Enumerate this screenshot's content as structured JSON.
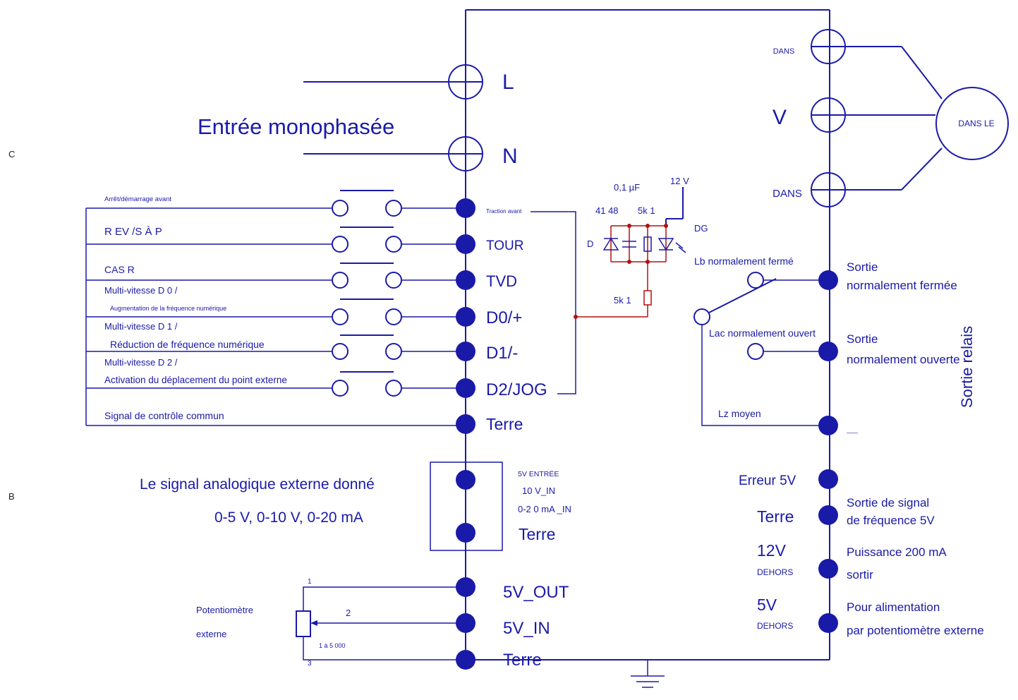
{
  "margin_letters": {
    "c": "C",
    "b": "B"
  },
  "power": {
    "input_label": "Entrée monophasée",
    "l": "L",
    "n": "N"
  },
  "motor": {
    "label": "DANS LE",
    "terminal_top": "DANS",
    "terminal_mid": "V",
    "terminal_bot": "DANS"
  },
  "switches": [
    "Arrêt/démarrage avant",
    "R EV /S À P",
    "CAS R",
    "Multi-vitesse D 0 /",
    "Augmentation de la fréquence numérique",
    "Multi-vitesse D 1 /",
    "Réduction de fréquence numérique",
    "Multi-vitesse D 2 /",
    "Activation du déplacement du point externe",
    "Signal de contrôle commun"
  ],
  "terminals": {
    "fwd": "Traction avant",
    "tour": "TOUR",
    "tvd": "TVD",
    "d0": "D0/+",
    "d1": "D1/-",
    "d2": "D2/JOG",
    "terre1": "Terre",
    "in_labels": [
      "5V ENTRÉE",
      "10 V_IN",
      "0-2 0 mA _IN"
    ],
    "terre2": "Terre",
    "out5v": "5V_OUT",
    "in5v": "5V_IN",
    "terre3": "Terre"
  },
  "optocoupler": {
    "cap": "0,1 µF",
    "v12": "12 V",
    "nums": "41 48",
    "r1": "5k 1",
    "dg": "DG",
    "d": "D",
    "r2": "5k 1"
  },
  "analog": {
    "line1": "Le signal analogique externe donné",
    "line2": "0-5 V, 0-10 V, 0-20 mA"
  },
  "pot": {
    "label1": "Potentiomètre",
    "label2": "externe",
    "pin1": "1",
    "pin2": "2",
    "pin3": "3",
    "range": "1 à 5 000"
  },
  "relay": {
    "nf_contact": "Lb normalement fermé",
    "no_contact": "Lac normalement ouvert",
    "common": "Lz moyen",
    "out_nf1": "Sortie",
    "out_nf2": "normalement fermée",
    "out_no1": "Sortie",
    "out_no2": "normalement ouverte",
    "side": "Sortie relais",
    "dash": "——"
  },
  "right": {
    "err": "Erreur 5V",
    "terre": "Terre",
    "sig1": "Sortie de signal",
    "sig2": "de fréquence 5V",
    "v12": "12V",
    "dehors1": "DEHORS",
    "pow1": "Puissance 200 mA",
    "pow2": "sortir",
    "v5": "5V",
    "dehors2": "DEHORS",
    "pot1": "Pour alimentation",
    "pot2": "par potentiomètre externe"
  }
}
